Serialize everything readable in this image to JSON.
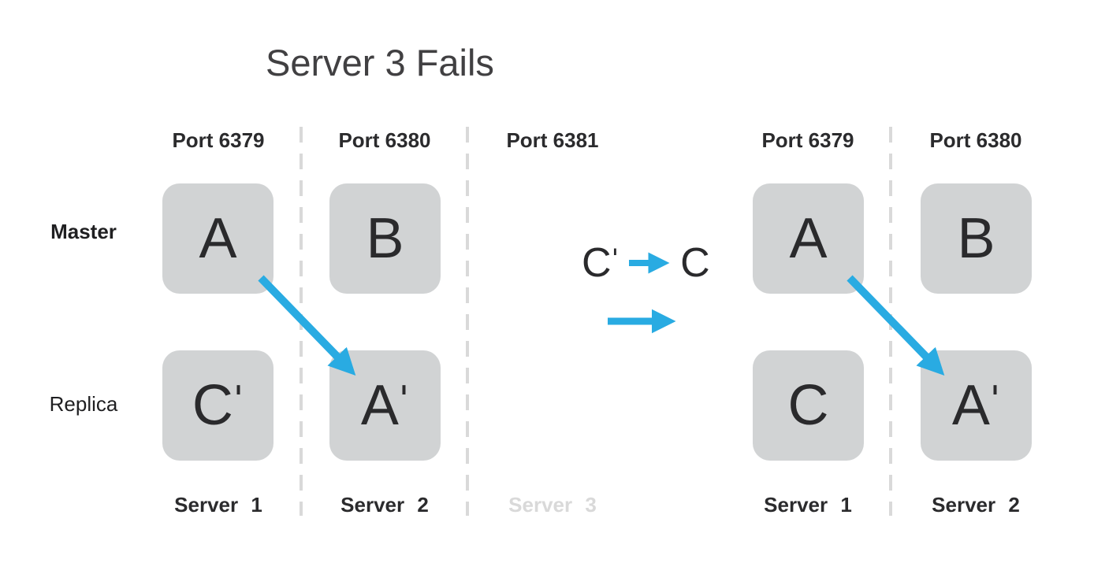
{
  "title": "Server 3 Fails",
  "colors": {
    "accent_blue": "#29abe2",
    "box_fill": "#d1d3d4",
    "text_dark": "#2b2b2d",
    "title_gray": "#414042",
    "faded_gray": "#d9d9d9"
  },
  "left_cluster": {
    "ports": [
      "Port 6379",
      "Port 6380",
      "Port 6381"
    ],
    "row_labels": {
      "master": "Master",
      "replica": "Replica"
    },
    "boxes": {
      "master1": {
        "letter": "A"
      },
      "master2": {
        "letter": "B"
      },
      "replica1": {
        "letter": "C",
        "prime": "ˈ"
      },
      "replica2": {
        "letter": "A",
        "prime": "ˈ"
      }
    },
    "servers": [
      {
        "label": "Server 1",
        "failed": false
      },
      {
        "label": "Server 2",
        "failed": false
      },
      {
        "label": "Server 3",
        "failed": true
      }
    ]
  },
  "transition": {
    "from_letter": "C",
    "from_prime": "ˈ",
    "to_letter": "C",
    "arrow_icons": [
      "promotion-arrow-icon",
      "state-change-arrow-icon"
    ]
  },
  "right_cluster": {
    "ports": [
      "Port 6379",
      "Port 6380"
    ],
    "boxes": {
      "master1": {
        "letter": "A"
      },
      "master2": {
        "letter": "B"
      },
      "replica1": {
        "letter": "C"
      },
      "replica2": {
        "letter": "A",
        "prime": "ˈ"
      }
    },
    "servers": [
      {
        "label": "Server 1",
        "failed": false
      },
      {
        "label": "Server 2",
        "failed": false
      }
    ]
  }
}
